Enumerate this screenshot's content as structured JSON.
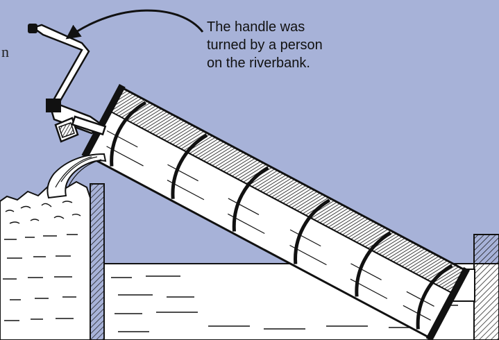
{
  "caption": {
    "lines": [
      "The handle was",
      "turned by a person",
      "on the riverbank."
    ]
  },
  "clipped_text": "n",
  "colors": {
    "background": "#a7b2d8",
    "ink": "#111111",
    "water": "#ffffff"
  },
  "icons": [
    "curved-arrow-icon"
  ]
}
